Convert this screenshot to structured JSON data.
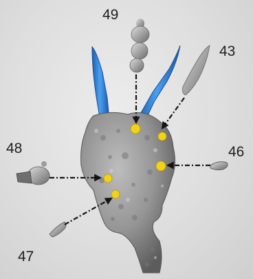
{
  "labels": {
    "l49": "49",
    "l43": "43",
    "l48": "48",
    "l46": "46",
    "l47": "47"
  },
  "colors": {
    "background": "#dcdcdc",
    "body": "#8f8f8f",
    "spine": "#2f80d8",
    "marker": "#f2d11a",
    "arrow": "#141414"
  }
}
